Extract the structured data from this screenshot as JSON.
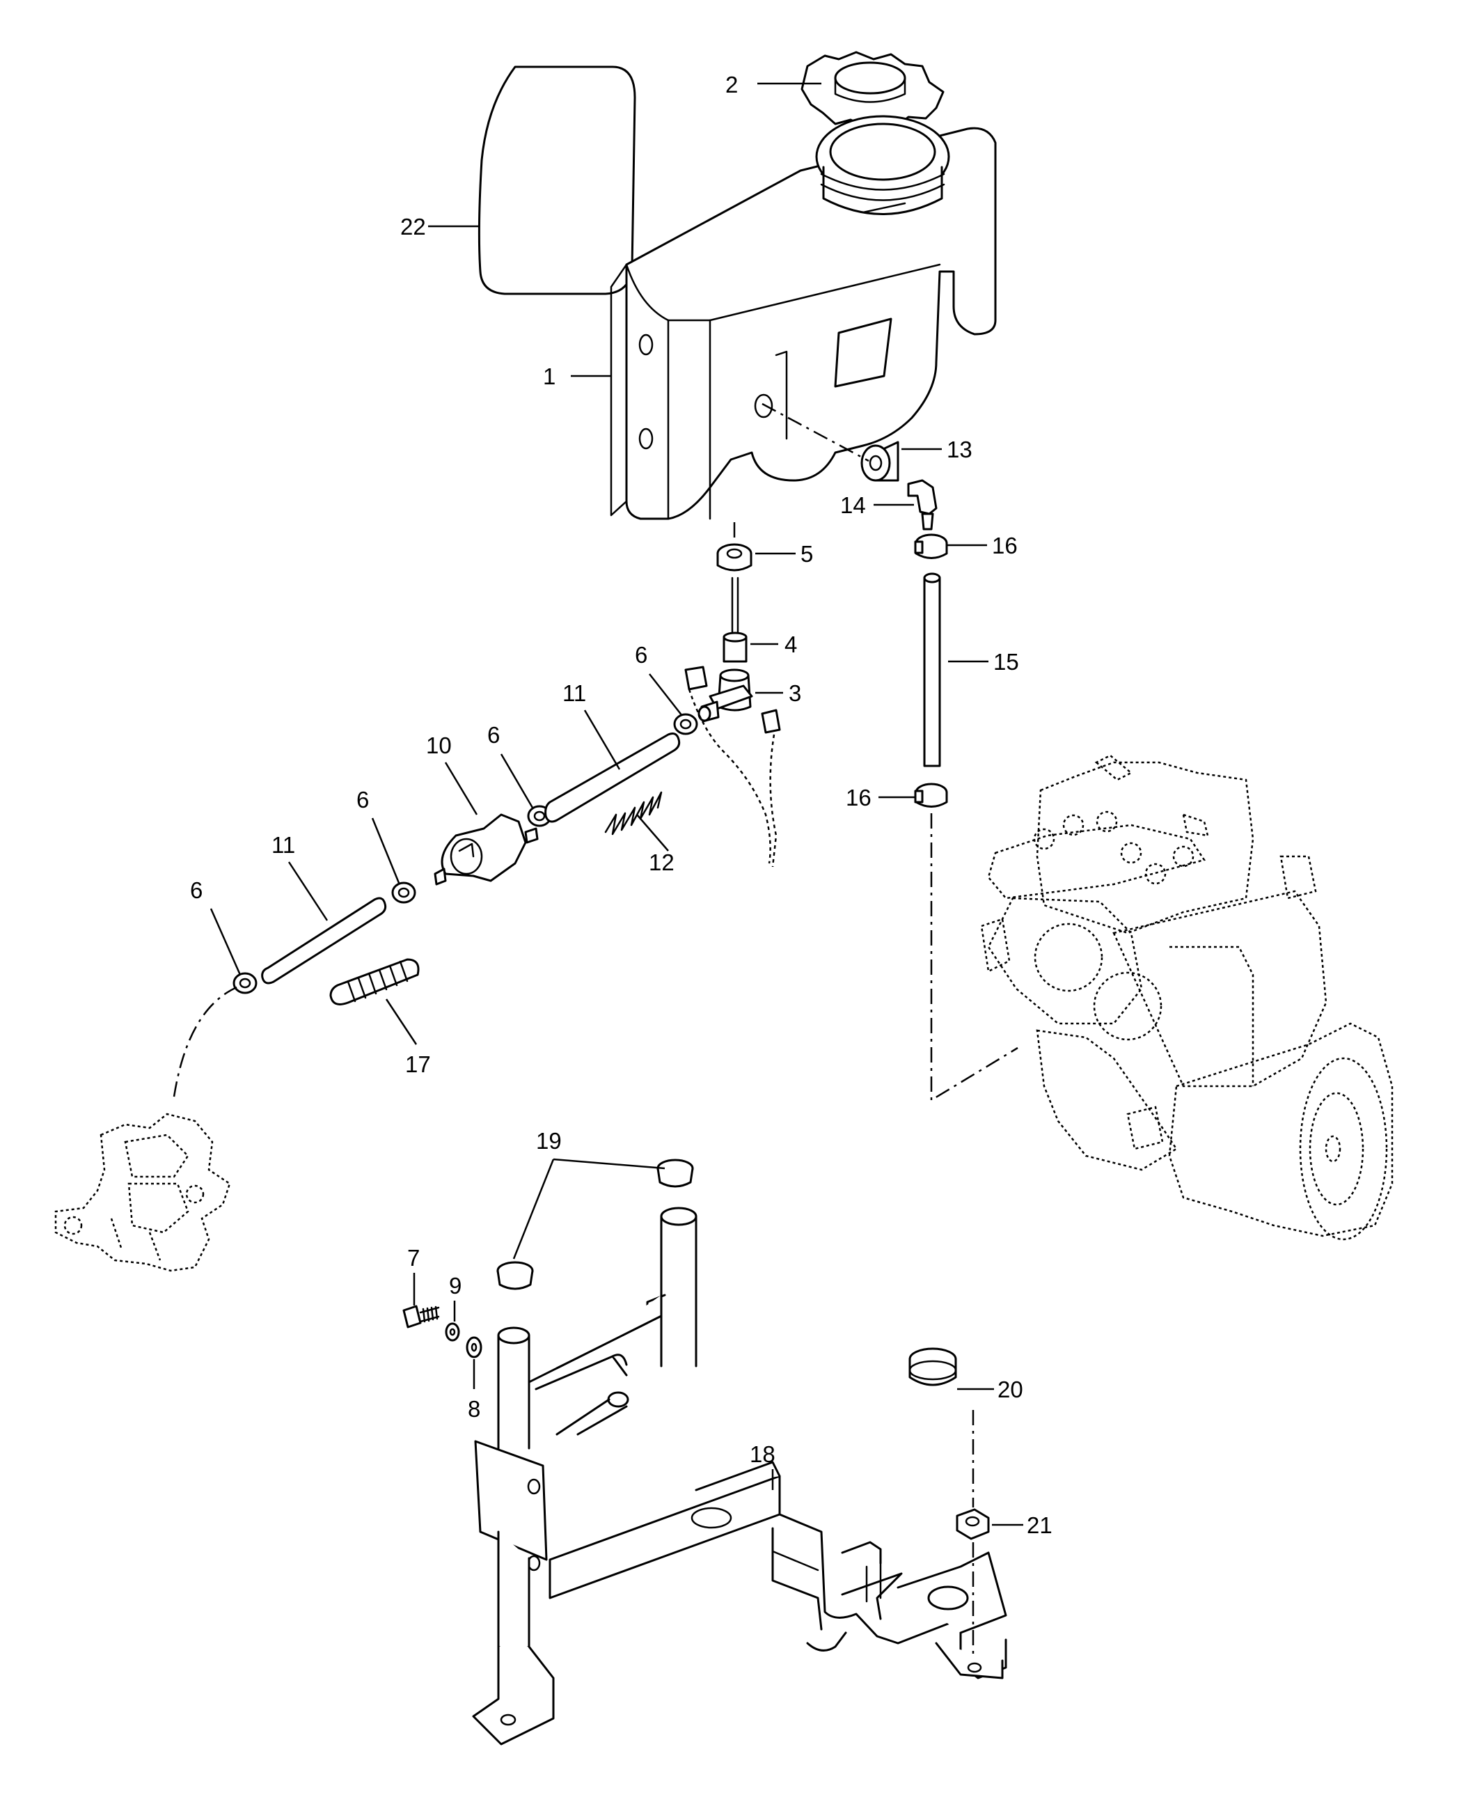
{
  "callouts": {
    "c1": "1",
    "c2": "2",
    "c3": "3",
    "c4": "4",
    "c5": "5",
    "c6a": "6",
    "c6b": "6",
    "c6c": "6",
    "c6d": "6",
    "c7": "7",
    "c8": "8",
    "c9": "9",
    "c10": "10",
    "c11a": "11",
    "c11b": "11",
    "c12": "12",
    "c13": "13",
    "c14": "14",
    "c15": "15",
    "c16a": "16",
    "c16b": "16",
    "c17": "17",
    "c18": "18",
    "c19": "19",
    "c20": "20",
    "c21": "21",
    "c22": "22"
  }
}
